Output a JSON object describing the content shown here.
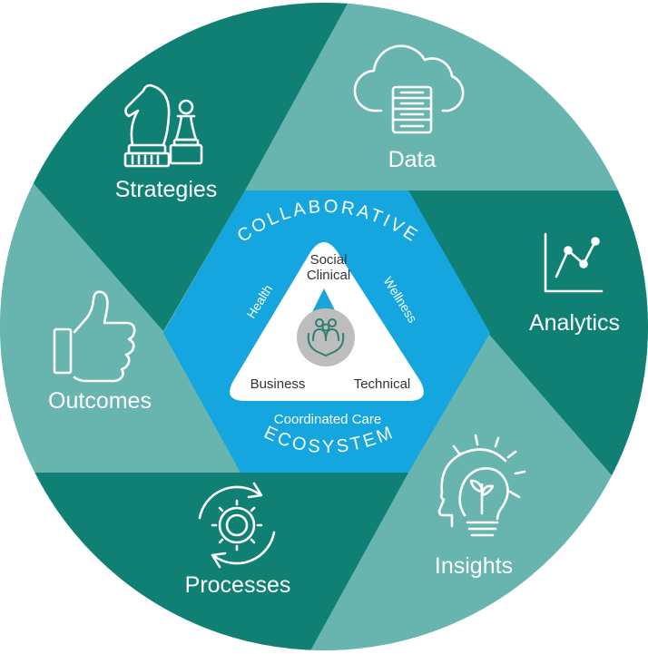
{
  "colors": {
    "dark_teal": "#0f8073",
    "light_teal": "#67b5ae",
    "hexagon_blue": "#15a6df",
    "triangle_accent": "#1ba4d6",
    "hub_grey": "#bdbdbd",
    "hub_icon": "#2f7f72"
  },
  "segments": [
    {
      "label": "Data",
      "icon": "cloud-server-icon"
    },
    {
      "label": "Analytics",
      "icon": "line-chart-icon"
    },
    {
      "label": "Insights",
      "icon": "lightbulb-head-icon"
    },
    {
      "label": "Processes",
      "icon": "gear-cycle-icon"
    },
    {
      "label": "Outcomes",
      "icon": "thumbs-up-icon"
    },
    {
      "label": "Strategies",
      "icon": "chess-pieces-icon"
    }
  ],
  "hexagon": {
    "top_arc": "COLLABORATIVE",
    "bottom_arc": "ECOSYSTEM",
    "subtitle": "Coordinated Care"
  },
  "triangle": {
    "top_line1": "Social",
    "top_line2": "Clinical",
    "left_edge": "Health",
    "right_edge": "Wellness",
    "bottom_left": "Business",
    "bottom_right": "Technical",
    "hub_icon": "people-in-hands-icon"
  }
}
